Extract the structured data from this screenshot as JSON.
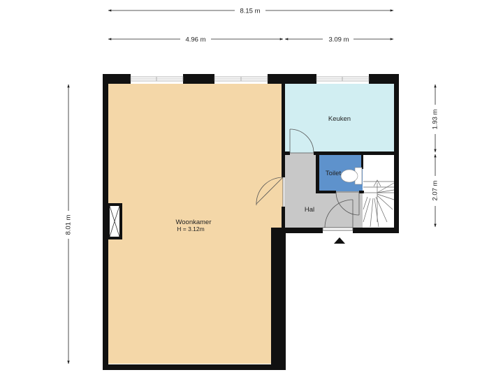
{
  "dimensions": {
    "total_width": "8.15 m",
    "left_width": "4.96 m",
    "right_width": "3.09 m",
    "total_height": "8.01 m",
    "upper_right_height": "1.93 m",
    "lower_right_height": "2.07 m"
  },
  "rooms": {
    "living": {
      "name": "Woonkamer",
      "height": "H = 3.12m"
    },
    "kitchen": {
      "name": "Keuken"
    },
    "toilet": {
      "name": "Toilet"
    },
    "hall": {
      "name": "Hal"
    }
  },
  "colors": {
    "living": "#f4d7a8",
    "kitchen": "#d1eef2",
    "toilet": "#5e92cc",
    "hall": "#c8c8c8",
    "wall": "#111111"
  },
  "icons": {
    "entrance": "entrance-arrow-icon",
    "fireplace": "fireplace-icon",
    "stairs": "stairs-icon",
    "toilet_bowl": "toilet-bowl-icon"
  }
}
